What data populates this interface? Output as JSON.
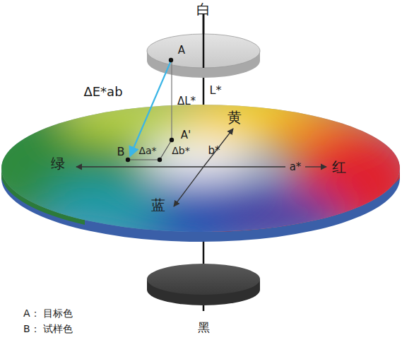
{
  "diagram": {
    "labels": [
      "白",
      "A",
      "ΔE*ab",
      "ΔL*",
      "L*",
      "黄",
      "A'",
      "b*",
      "B",
      "Δa*",
      "Δb*",
      "绿",
      "a*",
      "红",
      "蓝",
      "黑",
      "A： 目标色",
      "B： 试样色"
    ]
  }
}
